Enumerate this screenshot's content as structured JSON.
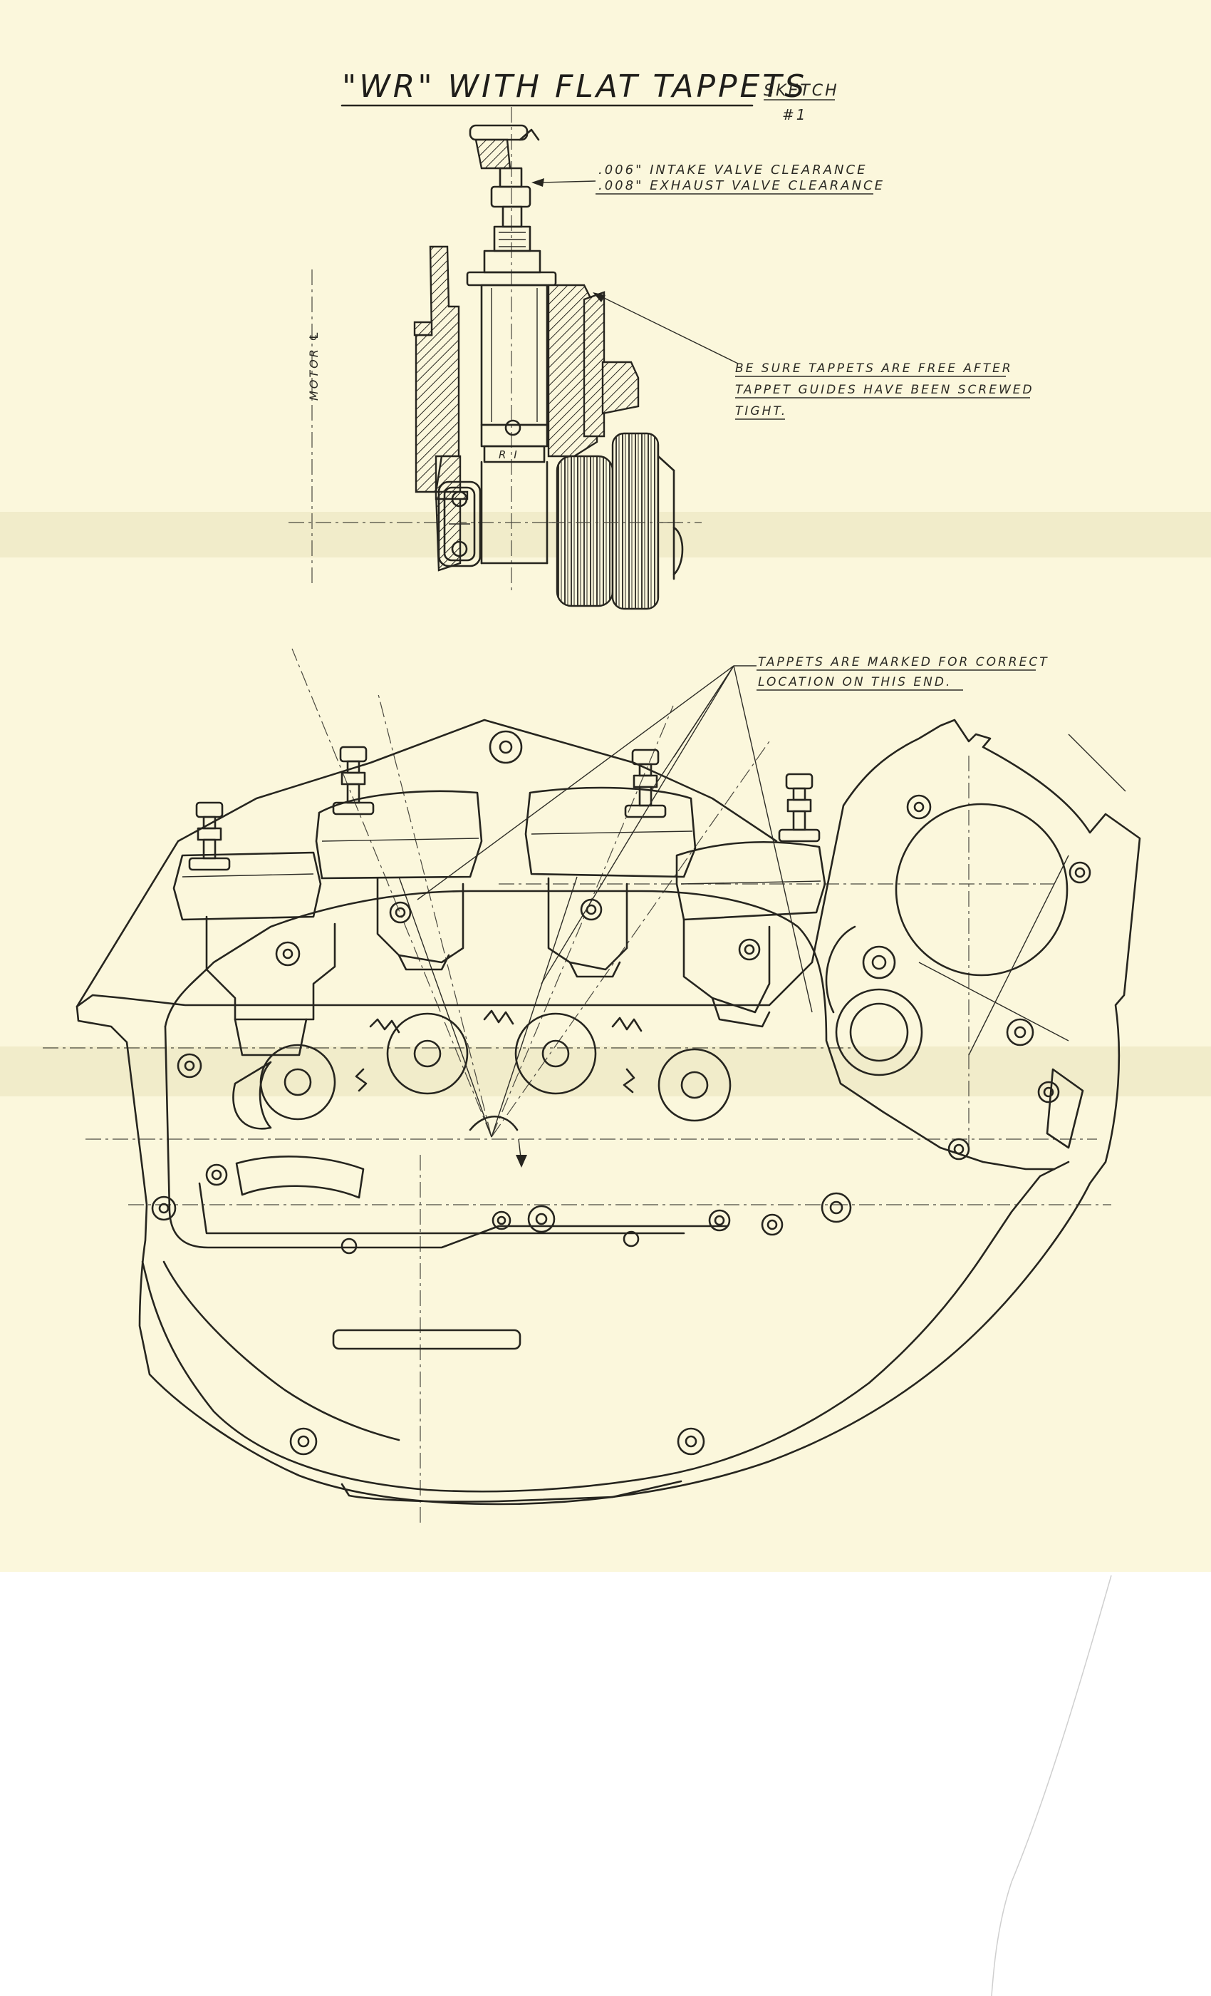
{
  "paper": {
    "color": "#fbf7dc",
    "fold_color": "#efe9c6",
    "blank_color": "#ffffff",
    "ink": "#26251f"
  },
  "title": {
    "main": "\"WR\" WITH FLAT TAPPETS",
    "sketch_label": "SKETCH",
    "sketch_number": "#1"
  },
  "notes": {
    "clearance_intake": ".006\" INTAKE VALVE CLEARANCE",
    "clearance_exhaust": ".008\" EXHAUST VALVE CLEARANCE",
    "tappet_free_line1": "BE SURE TAPPETS ARE FREE AFTER",
    "tappet_free_line2": "TAPPET GUIDES HAVE BEEN SCREWED",
    "tappet_free_line3": "TIGHT.",
    "tappet_marked_line1": "TAPPETS ARE MARKED FOR CORRECT",
    "tappet_marked_line2": "LOCATION ON THIS END."
  },
  "labels": {
    "motor_centerline": "MOTOR ℄",
    "tappet_mark": "R I"
  }
}
